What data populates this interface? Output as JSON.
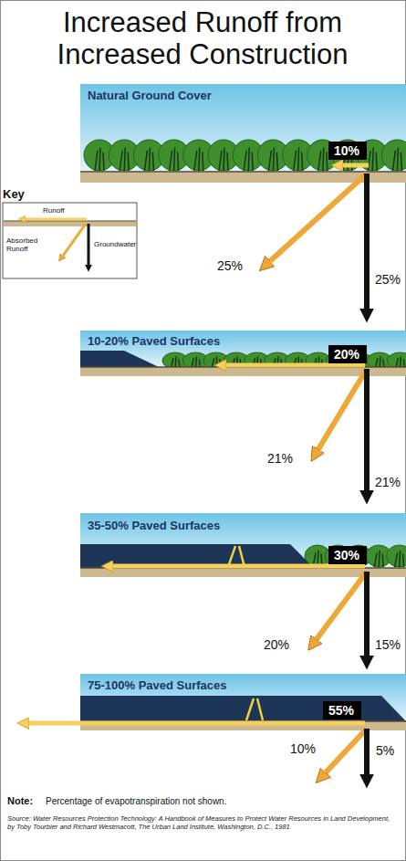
{
  "diagram": {
    "title": "Increased Runoff from Increased Construction",
    "nodes": [
      {
        "text": [
          "Natural Ground Cover"
        ]
      },
      {
        "text": [
          "10%"
        ],
        "in": 0
      },
      {
        "text": [
          "Key",
          "Runoff",
          "Absorbed Runoff",
          "Groundwater"
        ]
      },
      {
        "text": [
          "10-20% Paved Surfaces"
        ]
      },
      {
        "text": [
          "20%"
        ],
        "in": 3
      },
      {
        "text": [
          "35-50% Paved Surfaces"
        ]
      },
      {
        "text": [
          "30%"
        ],
        "in": 5
      },
      {
        "text": [
          "75-100% Paved Surfaces"
        ]
      },
      {
        "text": [
          "55%"
        ],
        "in": 7
      }
    ],
    "labels": [
      "25%",
      "25%",
      "21%",
      "21%",
      "20%",
      "15%",
      "10%",
      "5%",
      "Note:",
      "Percentage of evapotranspiration not shown.",
      "Source:  Water Resources Protection Technology: A Handbook of Measures to Protect Water Resources in Land Development, by Toby Tourbier and Richard Westmacott, The Urban Land Institute, Washington, D.C., 1981"
    ]
  }
}
